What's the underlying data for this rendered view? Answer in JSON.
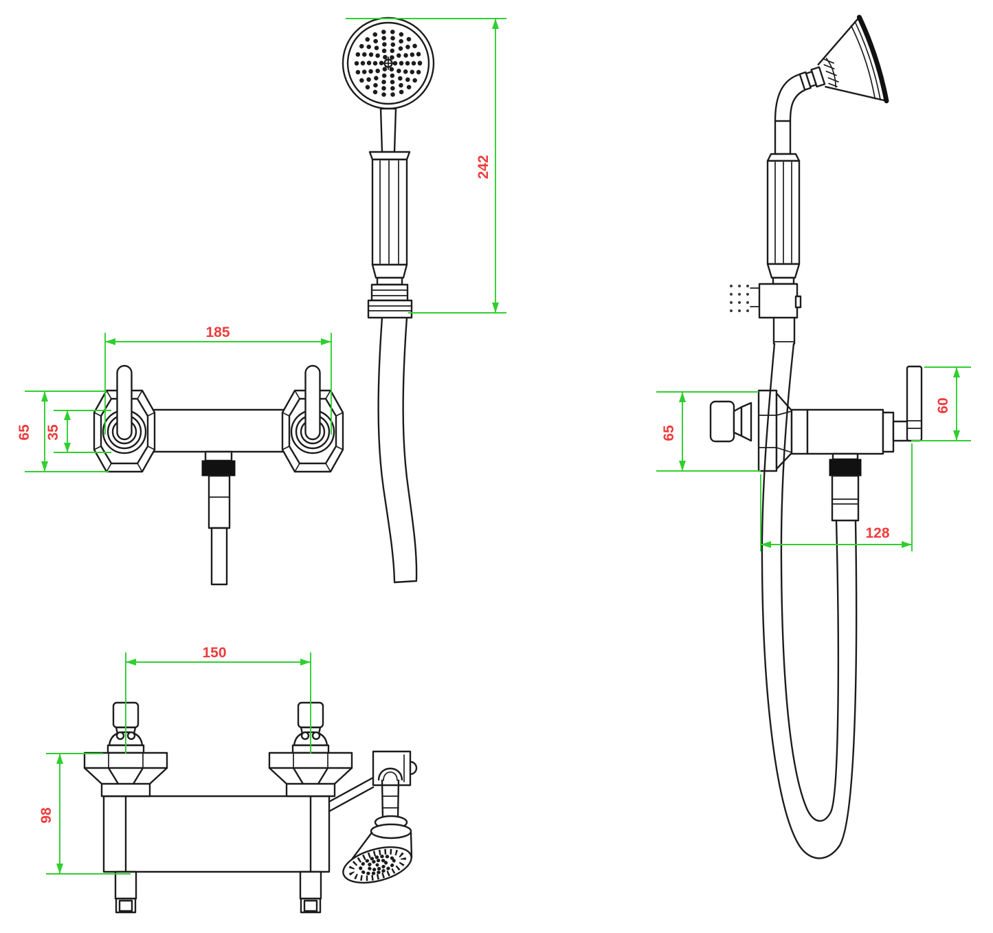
{
  "colors": {
    "line": "#1c1c1c",
    "dimension_line": "#2fcf2f",
    "dimension_text": "#ee3b3b",
    "background": "#ffffff"
  },
  "dimensions": {
    "handshower_height": "242",
    "body_width_front": "185",
    "escutcheon_height_front": "65",
    "trim_ring_height_front": "35",
    "handle_spacing_top": "150",
    "body_depth_top": "98",
    "escutcheon_height_side": "65",
    "handle_height_side": "60",
    "depth_side": "128"
  }
}
